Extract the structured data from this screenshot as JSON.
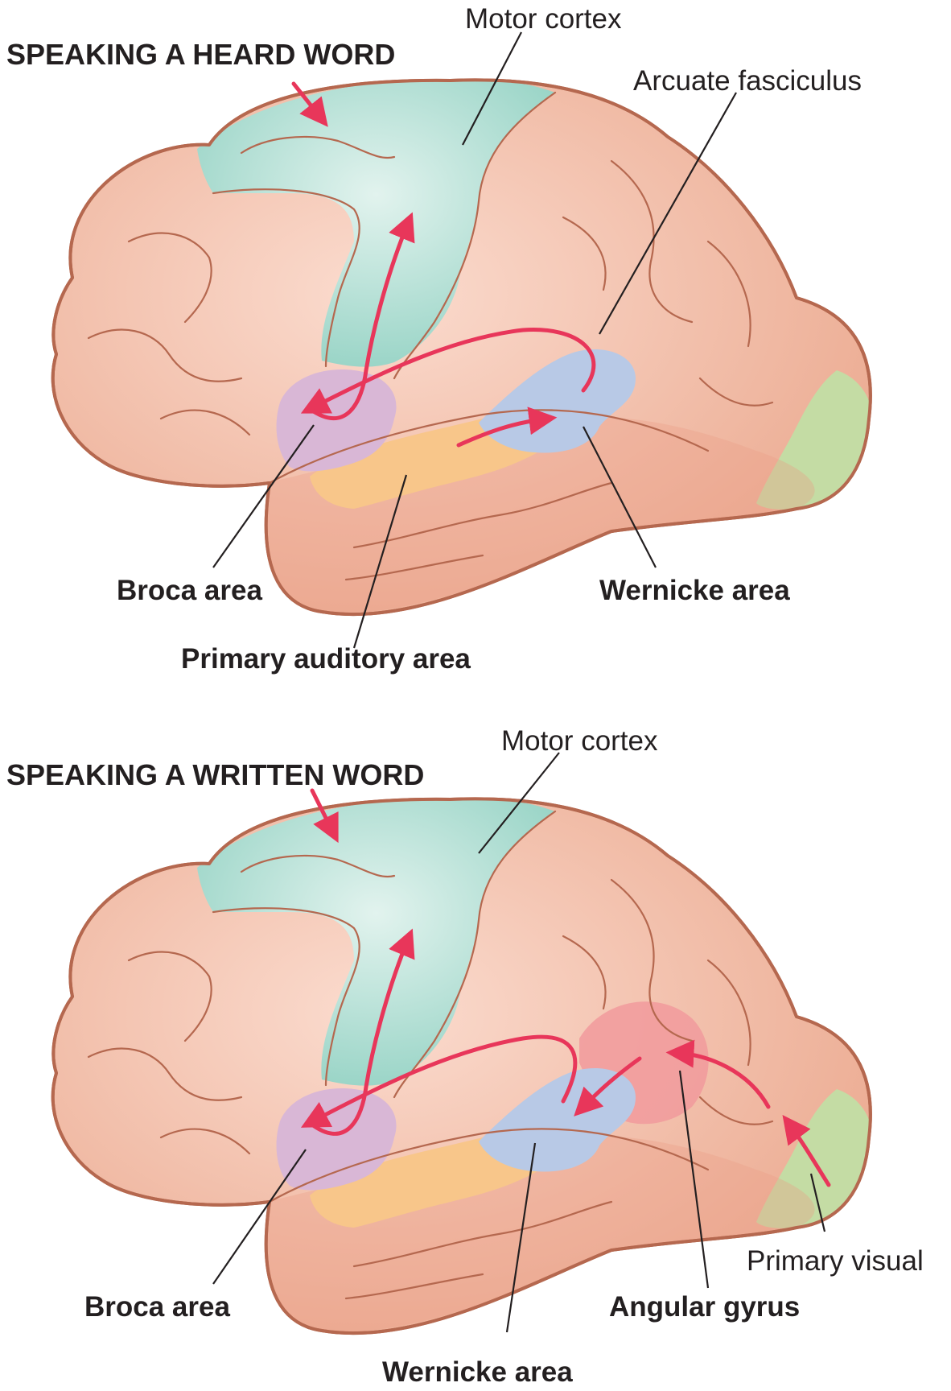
{
  "colors": {
    "cortex": "#f1b6a3",
    "cortex_edge": "#b5684f",
    "motor_cortex": "#a8ddd0",
    "broca": "#d9b7d6",
    "auditory": "#f8c68a",
    "wernicke": "#b8c9e6",
    "visual": "#c4dca4",
    "angular": "#f19a9c",
    "arrow": "#e8365a"
  },
  "panels": [
    {
      "title": "SPEAKING A HEARD WORD",
      "labels": {
        "motor_cortex": "Motor cortex",
        "arcuate": "Arcuate fasciculus",
        "broca": "Broca area",
        "wernicke": "Wernicke area",
        "auditory": "Primary auditory area"
      }
    },
    {
      "title": "SPEAKING A WRITTEN WORD",
      "labels": {
        "motor_cortex": "Motor cortex",
        "broca": "Broca area",
        "wernicke": "Wernicke area",
        "angular": "Angular gyrus",
        "visual": "Primary visual"
      }
    }
  ]
}
